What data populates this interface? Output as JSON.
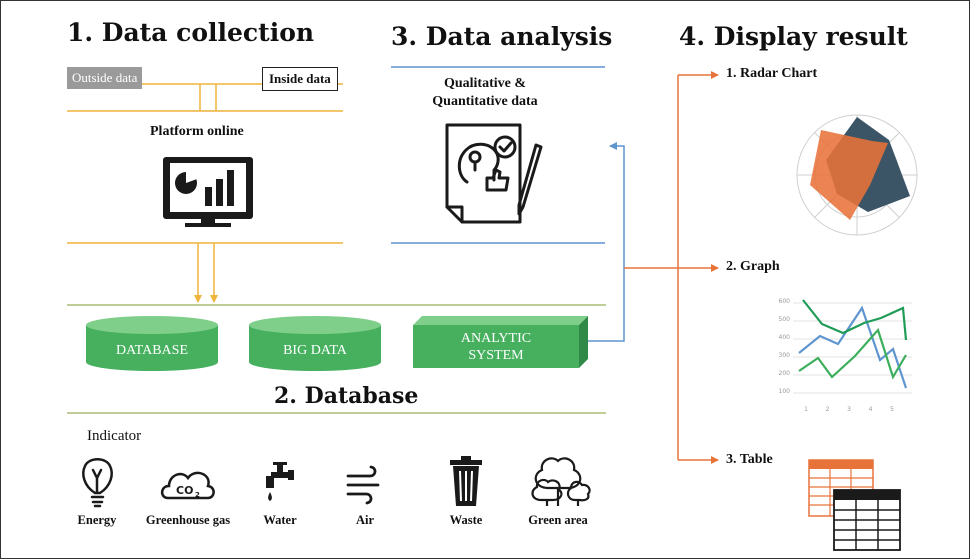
{
  "sections": {
    "collection": "1. Data collection",
    "analysis": "3. Data analysis",
    "display": "4. Display result",
    "database": "2. Database"
  },
  "collection": {
    "outside": "Outside data",
    "inside": "Inside data",
    "platform": "Platform online"
  },
  "analysis": {
    "line1": "Qualitative &",
    "line2": "Quantitative data"
  },
  "database": {
    "db": "DATABASE",
    "bigdata": "BIG DATA",
    "analytic_line1": "ANALYTIC",
    "analytic_line2": "SYSTEM"
  },
  "indicator": {
    "title": "Indicator",
    "items": [
      {
        "label": "Energy",
        "icon": "lightbulb-icon"
      },
      {
        "label": "Greenhouse gas",
        "icon": "co2-cloud-icon"
      },
      {
        "label": "Water",
        "icon": "water-tap-icon"
      },
      {
        "label": "Air",
        "icon": "wind-icon"
      },
      {
        "label": "Waste",
        "icon": "trash-bin-icon"
      },
      {
        "label": "Green area",
        "icon": "trees-icon"
      }
    ]
  },
  "results": {
    "radar": "1.  Radar Chart",
    "graph": "2. Graph",
    "table": "3. Table"
  },
  "graph_ticks": {
    "y": [
      "600",
      "500",
      "400",
      "300",
      "200",
      "100"
    ],
    "x": [
      "1",
      "2",
      "3",
      "4",
      "5"
    ]
  },
  "colors": {
    "orange": "#e8733a",
    "yellow_line": "#f0b43c",
    "green": "#3cae5c",
    "blue_line": "#5f95cf",
    "olive_line": "#a9bd74",
    "slate": "#3b5567"
  }
}
